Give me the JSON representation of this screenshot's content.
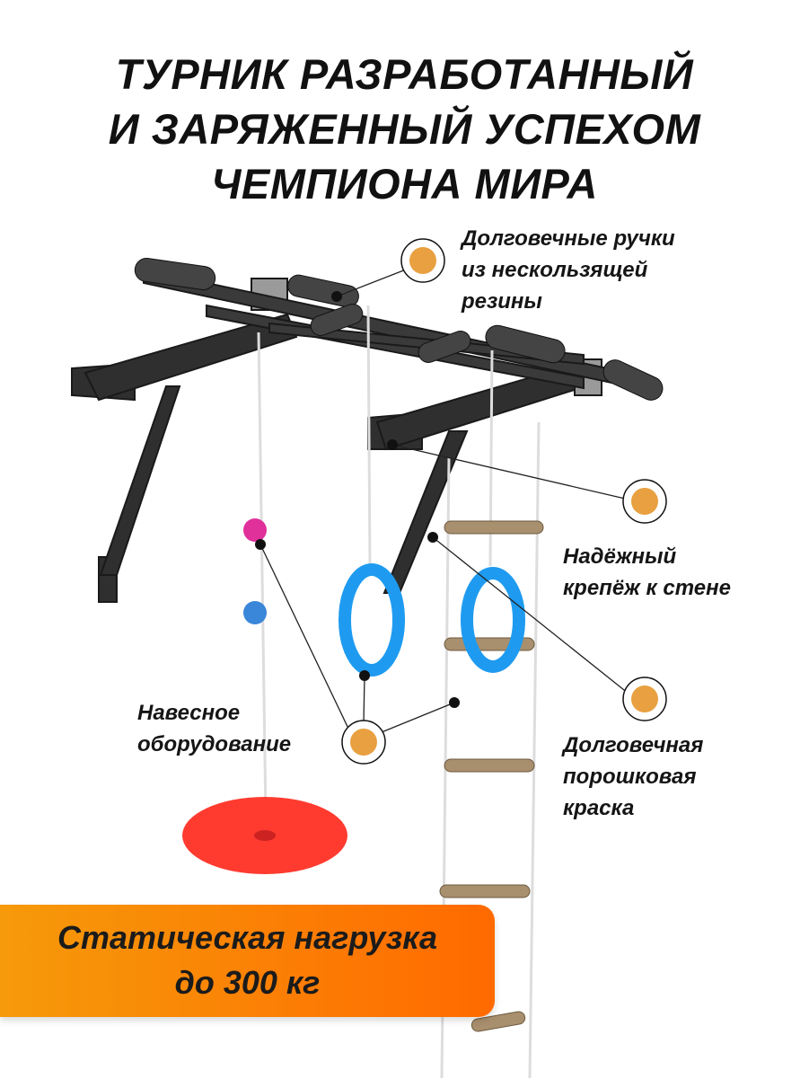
{
  "title": {
    "line1": "ТУРНИК РАЗРАБОТАННЫЙ",
    "line2": "И ЗАРЯЖЕННЫЙ УСПЕХОМ",
    "line3": "ЧЕМПИОНА МИРА"
  },
  "callouts": {
    "handles": {
      "line1": "Долговечные ручки",
      "line2": "из нескользящей",
      "line3": "резины"
    },
    "mount": {
      "line1": "Надёжный",
      "line2": "крепёж к стене"
    },
    "paint": {
      "line1": "Долговечная",
      "line2": "порошковая",
      "line3": "краска"
    },
    "equipment": {
      "line1": "Навесное",
      "line2": "оборудование"
    }
  },
  "banner": {
    "line1": "Статическая нагрузка",
    "line2": "до 300 кг"
  },
  "colors": {
    "accent": "#e8a040",
    "banner_start": "#f69a0a",
    "banner_end": "#ff6a00",
    "frame": "#2e2e2e",
    "ring": "#1e9bf0",
    "swing": "#ff3b30"
  }
}
